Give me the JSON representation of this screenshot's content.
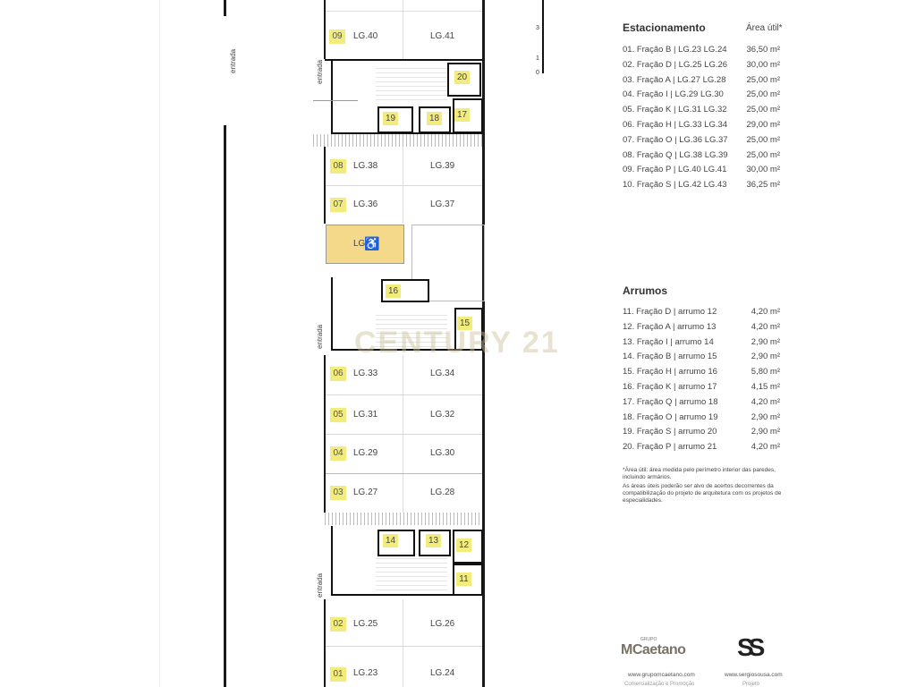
{
  "plan": {
    "entrada_label": "entrada",
    "top_stalls": [
      {
        "badge": "09",
        "left": "LG.40",
        "right": "LG.41"
      }
    ],
    "mid_stalls_a": [
      {
        "badge": "08",
        "left": "LG.38",
        "right": "LG.39"
      },
      {
        "badge": "07",
        "left": "LG.36",
        "right": "LG.37"
      }
    ],
    "accessible_stall": {
      "label": "LG.35"
    },
    "mid_stalls_b": [
      {
        "badge": "06",
        "left": "LG.33",
        "right": "LG.34"
      },
      {
        "badge": "05",
        "left": "LG.31",
        "right": "LG.32"
      },
      {
        "badge": "04",
        "left": "LG.29",
        "right": "LG.30"
      },
      {
        "badge": "03",
        "left": "LG.27",
        "right": "LG.28"
      }
    ],
    "bottom_stalls": [
      {
        "badge": "02",
        "left": "LG.25",
        "right": "LG.26"
      },
      {
        "badge": "01",
        "left": "LG.23",
        "right": "LG.24"
      }
    ],
    "storage": {
      "s20": "20",
      "s19": "19",
      "s18": "18",
      "s17": "17",
      "s16": "16",
      "s15": "15",
      "s14": "14",
      "s13": "13",
      "s12": "12",
      "s11": "11"
    },
    "scale_ticks": [
      "3",
      "1",
      "0"
    ]
  },
  "legend": {
    "parking_title": "Estacionamento",
    "area_header": "Área útil*",
    "parking": [
      {
        "text": "01.  Fração B | LG.23 LG.24",
        "area": "36,50 m²"
      },
      {
        "text": "02.  Fração D | LG.25 LG.26",
        "area": "30,00 m²"
      },
      {
        "text": "03.  Fração A | LG.27 LG.28",
        "area": "25,00 m²"
      },
      {
        "text": "04.  Fração I | LG.29 LG.30",
        "area": "25,00 m²"
      },
      {
        "text": "05.  Fração K | LG.31 LG.32",
        "area": "25,00 m²"
      },
      {
        "text": "06.  Fração H | LG.33 LG.34",
        "area": "29,00 m²"
      },
      {
        "text": "07.  Fração O | LG.36 LG.37",
        "area": "25,00 m²"
      },
      {
        "text": "08.  Fração Q | LG.38 LG.39",
        "area": "25,00 m²"
      },
      {
        "text": "09.  Fração P | LG.40 LG.41",
        "area": "30,00 m²"
      },
      {
        "text": "10.  Fração S | LG.42 LG.43",
        "area": "36,25 m²"
      }
    ],
    "storage_title": "Arrumos",
    "storage": [
      {
        "text": "11.  Fração D | arrumo 12",
        "area": "4,20 m²"
      },
      {
        "text": "12.  Fração A | arrumo 13",
        "area": "4,20 m²"
      },
      {
        "text": "13.  Fração I | arrumo 14",
        "area": "2,90 m²"
      },
      {
        "text": "14.  Fração B | arrumo 15",
        "area": "2,90 m²"
      },
      {
        "text": "15.  Fração H | arrumo 16",
        "area": "5,80 m²"
      },
      {
        "text": "16.  Fração K | arrumo 17",
        "area": "4,15 m²"
      },
      {
        "text": "17.  Fração Q | arrumo 18",
        "area": "4,20 m²"
      },
      {
        "text": "18.  Fração O | arrumo 19",
        "area": "2,90 m²"
      },
      {
        "text": "19.  Fração S | arrumo 20",
        "area": "2,90 m²"
      },
      {
        "text": "20.  Fração P | arrumo 21",
        "area": "4,20 m²"
      }
    ],
    "note_1": "*Área útil: área medida pelo perímetro interior das paredes, incluindo armários.",
    "note_2": "As áreas úteis poderão ser alvo de acertos decorrentes da compatibilização do projeto de arquitetura com os projetos de especialidades."
  },
  "watermark": "CENTURY 21",
  "footer": {
    "left_brand_small": "GRUPO",
    "left_brand": "MCaetano",
    "left_url": "www.grupomcaetano.com",
    "left_sub": "Comercialização e Promoção",
    "right_brand": "SS",
    "right_url": "www.sergiosousa.com",
    "right_sub": "Projeto"
  }
}
